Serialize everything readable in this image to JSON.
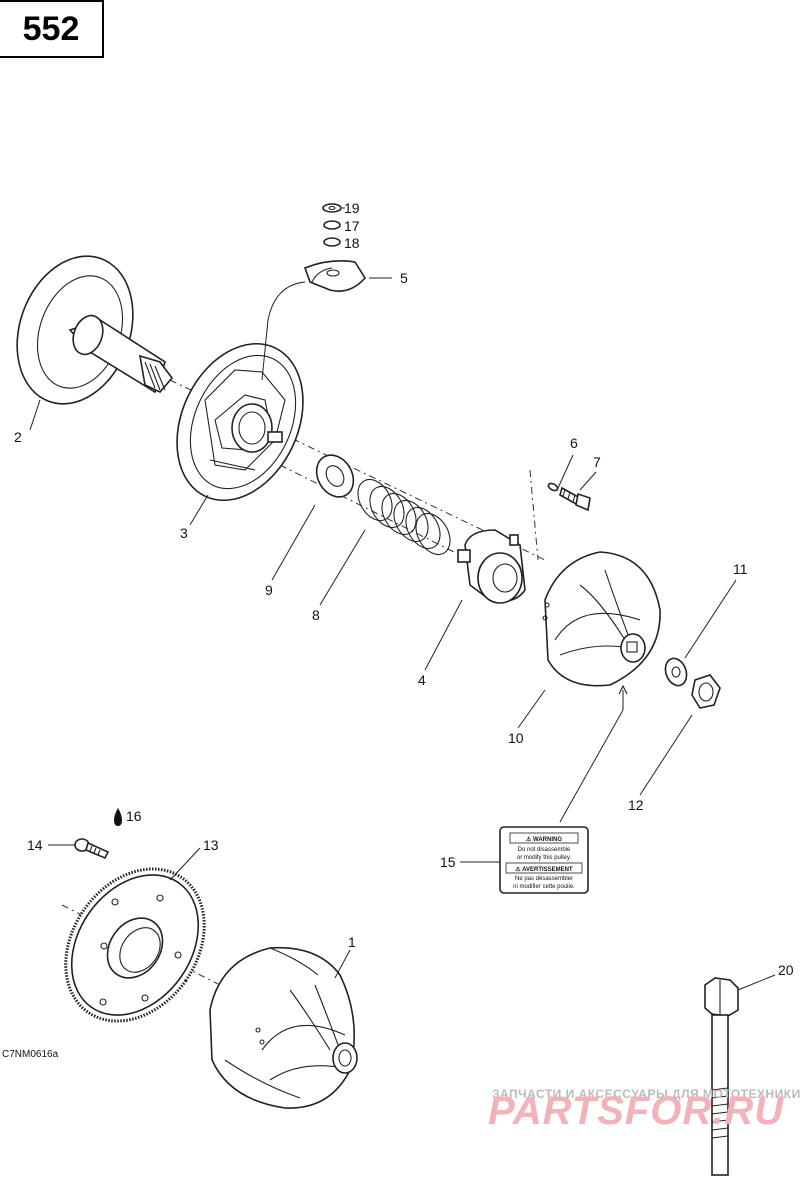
{
  "page_number": "552",
  "diagram_code": "C7NM0616a",
  "parts": {
    "p1": "1",
    "p2": "2",
    "p3": "3",
    "p4": "4",
    "p5": "5",
    "p6": "6",
    "p7": "7",
    "p8": "8",
    "p9": "9",
    "p10": "10",
    "p11": "11",
    "p12": "12",
    "p13": "13",
    "p14": "14",
    "p15": "15",
    "p16": "16",
    "p17": "17",
    "p18": "18",
    "p19": "19",
    "p20": "20"
  },
  "warning_label": {
    "heading_en": "⚠ WARNING",
    "line1_en": "Do not disassemble",
    "line2_en": "or modify this pulley.",
    "heading_fr": "⚠ AVERTISSEMENT",
    "line1_fr": "Ne pas désassembler",
    "line2_fr": "ni modifier cette poulie."
  },
  "watermark": {
    "line1": "ЗАПЧАСТИ И АКСЕССУАРЫ ДЛЯ МОТОТЕХНИКИ",
    "line2": "PARTSFOR.RU"
  },
  "colors": {
    "ink": "#222222",
    "watermark_red": "#f3b2b7",
    "watermark_grey": "#bbbbbb"
  }
}
